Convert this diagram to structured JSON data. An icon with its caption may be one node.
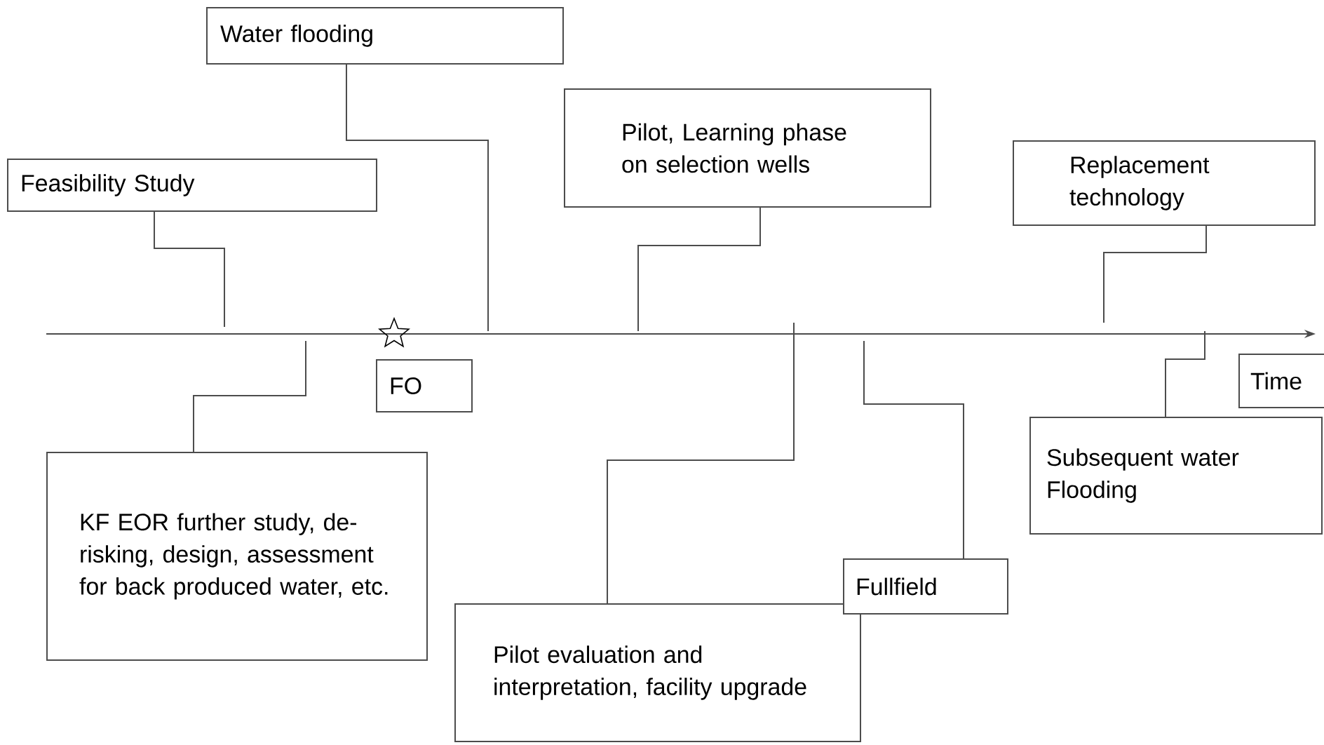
{
  "diagram": {
    "nodes": [
      {
        "text": [
          "Feasibility Study"
        ]
      },
      {
        "text": [
          "Water flooding"
        ]
      },
      {
        "text": [
          "Pilot, Learning phase on selection wells"
        ]
      },
      {
        "text": [
          "Replacement technology"
        ]
      },
      {
        "text": [
          "FO"
        ]
      },
      {
        "text": [
          "KF EOR further study, de-risking, design, assessment for back produced water, etc."
        ]
      },
      {
        "text": [
          "Pilot evaluation and interpretation, facility upgrade"
        ]
      },
      {
        "text": [
          "Fullfield"
        ]
      },
      {
        "text": [
          "Time"
        ]
      },
      {
        "text": [
          "Subsequent water Flooding"
        ]
      }
    ],
    "edges": [
      {
        "from": 0,
        "to": null,
        "arrow": "none"
      },
      {
        "from": 1,
        "to": null,
        "arrow": "none"
      },
      {
        "from": 2,
        "to": null,
        "arrow": "none"
      },
      {
        "from": 3,
        "to": null,
        "arrow": "none"
      },
      {
        "from": 5,
        "to": null,
        "arrow": "none"
      },
      {
        "from": 6,
        "to": null,
        "arrow": "none"
      },
      {
        "from": 7,
        "to": null,
        "arrow": "none"
      },
      {
        "from": 9,
        "to": null,
        "arrow": "none"
      }
    ]
  }
}
